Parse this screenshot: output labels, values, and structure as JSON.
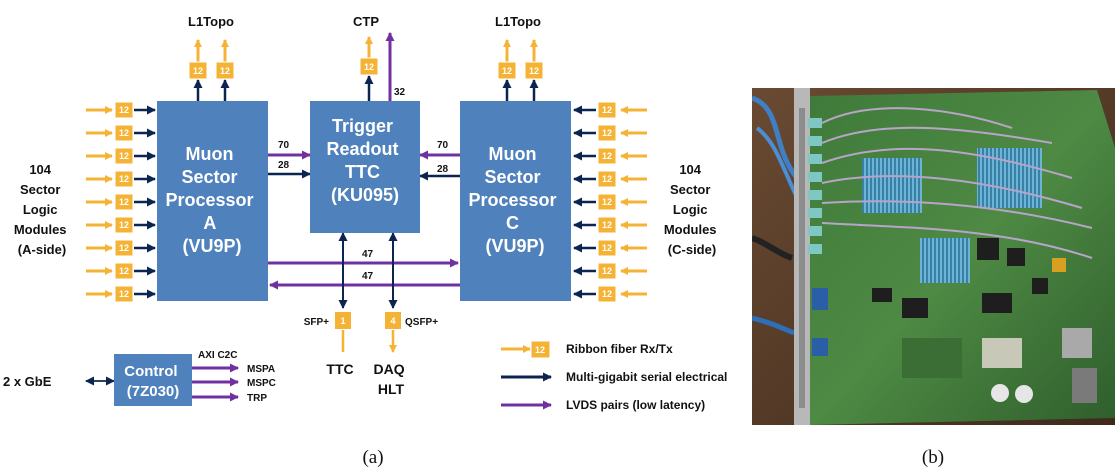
{
  "diagram": {
    "colors": {
      "block": "#4f81bd",
      "fiber": "#f5b335",
      "electrical": "#0b2550",
      "lvds": "#7030a0"
    },
    "blocks": {
      "msp_a": [
        "Muon",
        "Sector",
        "Processor",
        "A",
        "(VU9P)"
      ],
      "trigger": [
        "Trigger",
        "Readout",
        "TTC",
        "(KU095)"
      ],
      "msp_c": [
        "Muon",
        "Sector",
        "Processor",
        "C",
        "(VU9P)"
      ],
      "control": [
        "Control",
        "(7Z030)"
      ]
    },
    "outputs": {
      "l1topo_left": "L1Topo",
      "ctp": "CTP",
      "l1topo_right": "L1Topo"
    },
    "fiber_count": "12",
    "counts": {
      "ctp_lvds": "32",
      "a_to_trigger_lvds": "70",
      "a_to_trigger_elec": "28",
      "c_to_trigger_lvds": "70",
      "c_to_trigger_elec": "28",
      "a_to_c": "47",
      "c_to_a": "47",
      "sfp_count": "1",
      "qsfp_count": "4"
    },
    "left_side": [
      "104",
      "Sector",
      "Logic",
      "Modules",
      "(A-side)"
    ],
    "right_side": [
      "104",
      "Sector",
      "Logic",
      "Modules",
      "(C-side)"
    ],
    "ports": {
      "sfp": "SFP+",
      "qsfp": "QSFP+"
    },
    "bottom_labels": {
      "ttc": "TTC",
      "daq": [
        "DAQ",
        "HLT"
      ]
    },
    "control_io": {
      "gbe": "2 x GbE",
      "axi": "AXI C2C",
      "links": [
        "MSPA",
        "MSPC",
        "TRP"
      ]
    },
    "legend": [
      {
        "kind": "fiber",
        "label": "Ribbon fiber Rx/Tx"
      },
      {
        "kind": "electrical",
        "label": "Multi-gigabit serial electrical"
      },
      {
        "kind": "lvds",
        "label": "LVDS pairs (low latency)"
      }
    ]
  },
  "captions": {
    "a": "(a)",
    "b": "(b)"
  }
}
